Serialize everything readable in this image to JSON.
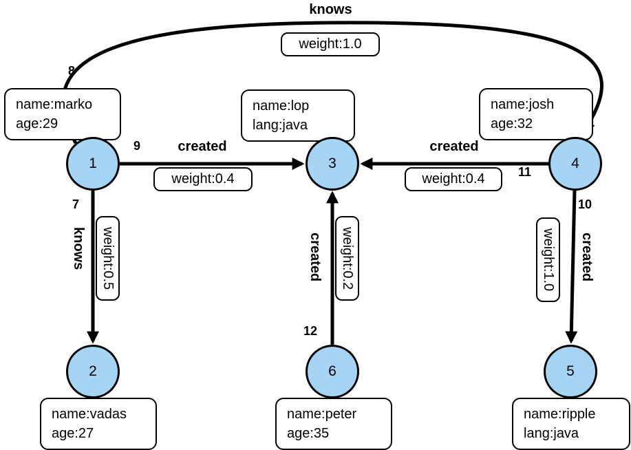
{
  "diagram": {
    "colors": {
      "vertex_fill": "#a5d4f4",
      "edge_stroke": "#000000",
      "box_fill": "#ffffff"
    },
    "vertices": [
      {
        "id": "1",
        "props": [
          "name:marko",
          "age:29"
        ]
      },
      {
        "id": "2",
        "props": [
          "name:vadas",
          "age:27"
        ]
      },
      {
        "id": "3",
        "props": [
          "name:lop",
          "lang:java"
        ]
      },
      {
        "id": "4",
        "props": [
          "name:josh",
          "age:32"
        ]
      },
      {
        "id": "5",
        "props": [
          "name:ripple",
          "lang:java"
        ]
      },
      {
        "id": "6",
        "props": [
          "name:peter",
          "age:35"
        ]
      }
    ],
    "edges": [
      {
        "id": "8",
        "label": "knows",
        "weight_label": "weight:1.0",
        "from": "1",
        "to": "4"
      },
      {
        "id": "9",
        "label": "created",
        "weight_label": "weight:0.4",
        "from": "1",
        "to": "3"
      },
      {
        "id": "11",
        "label": "created",
        "weight_label": "weight:0.4",
        "from": "4",
        "to": "3"
      },
      {
        "id": "7",
        "label": "knows",
        "weight_label": "weight:0.5",
        "from": "1",
        "to": "2"
      },
      {
        "id": "12",
        "label": "created",
        "weight_label": "weight:0.2",
        "from": "6",
        "to": "3"
      },
      {
        "id": "10",
        "label": "created",
        "weight_label": "weight:1.0",
        "from": "4",
        "to": "5"
      }
    ]
  }
}
